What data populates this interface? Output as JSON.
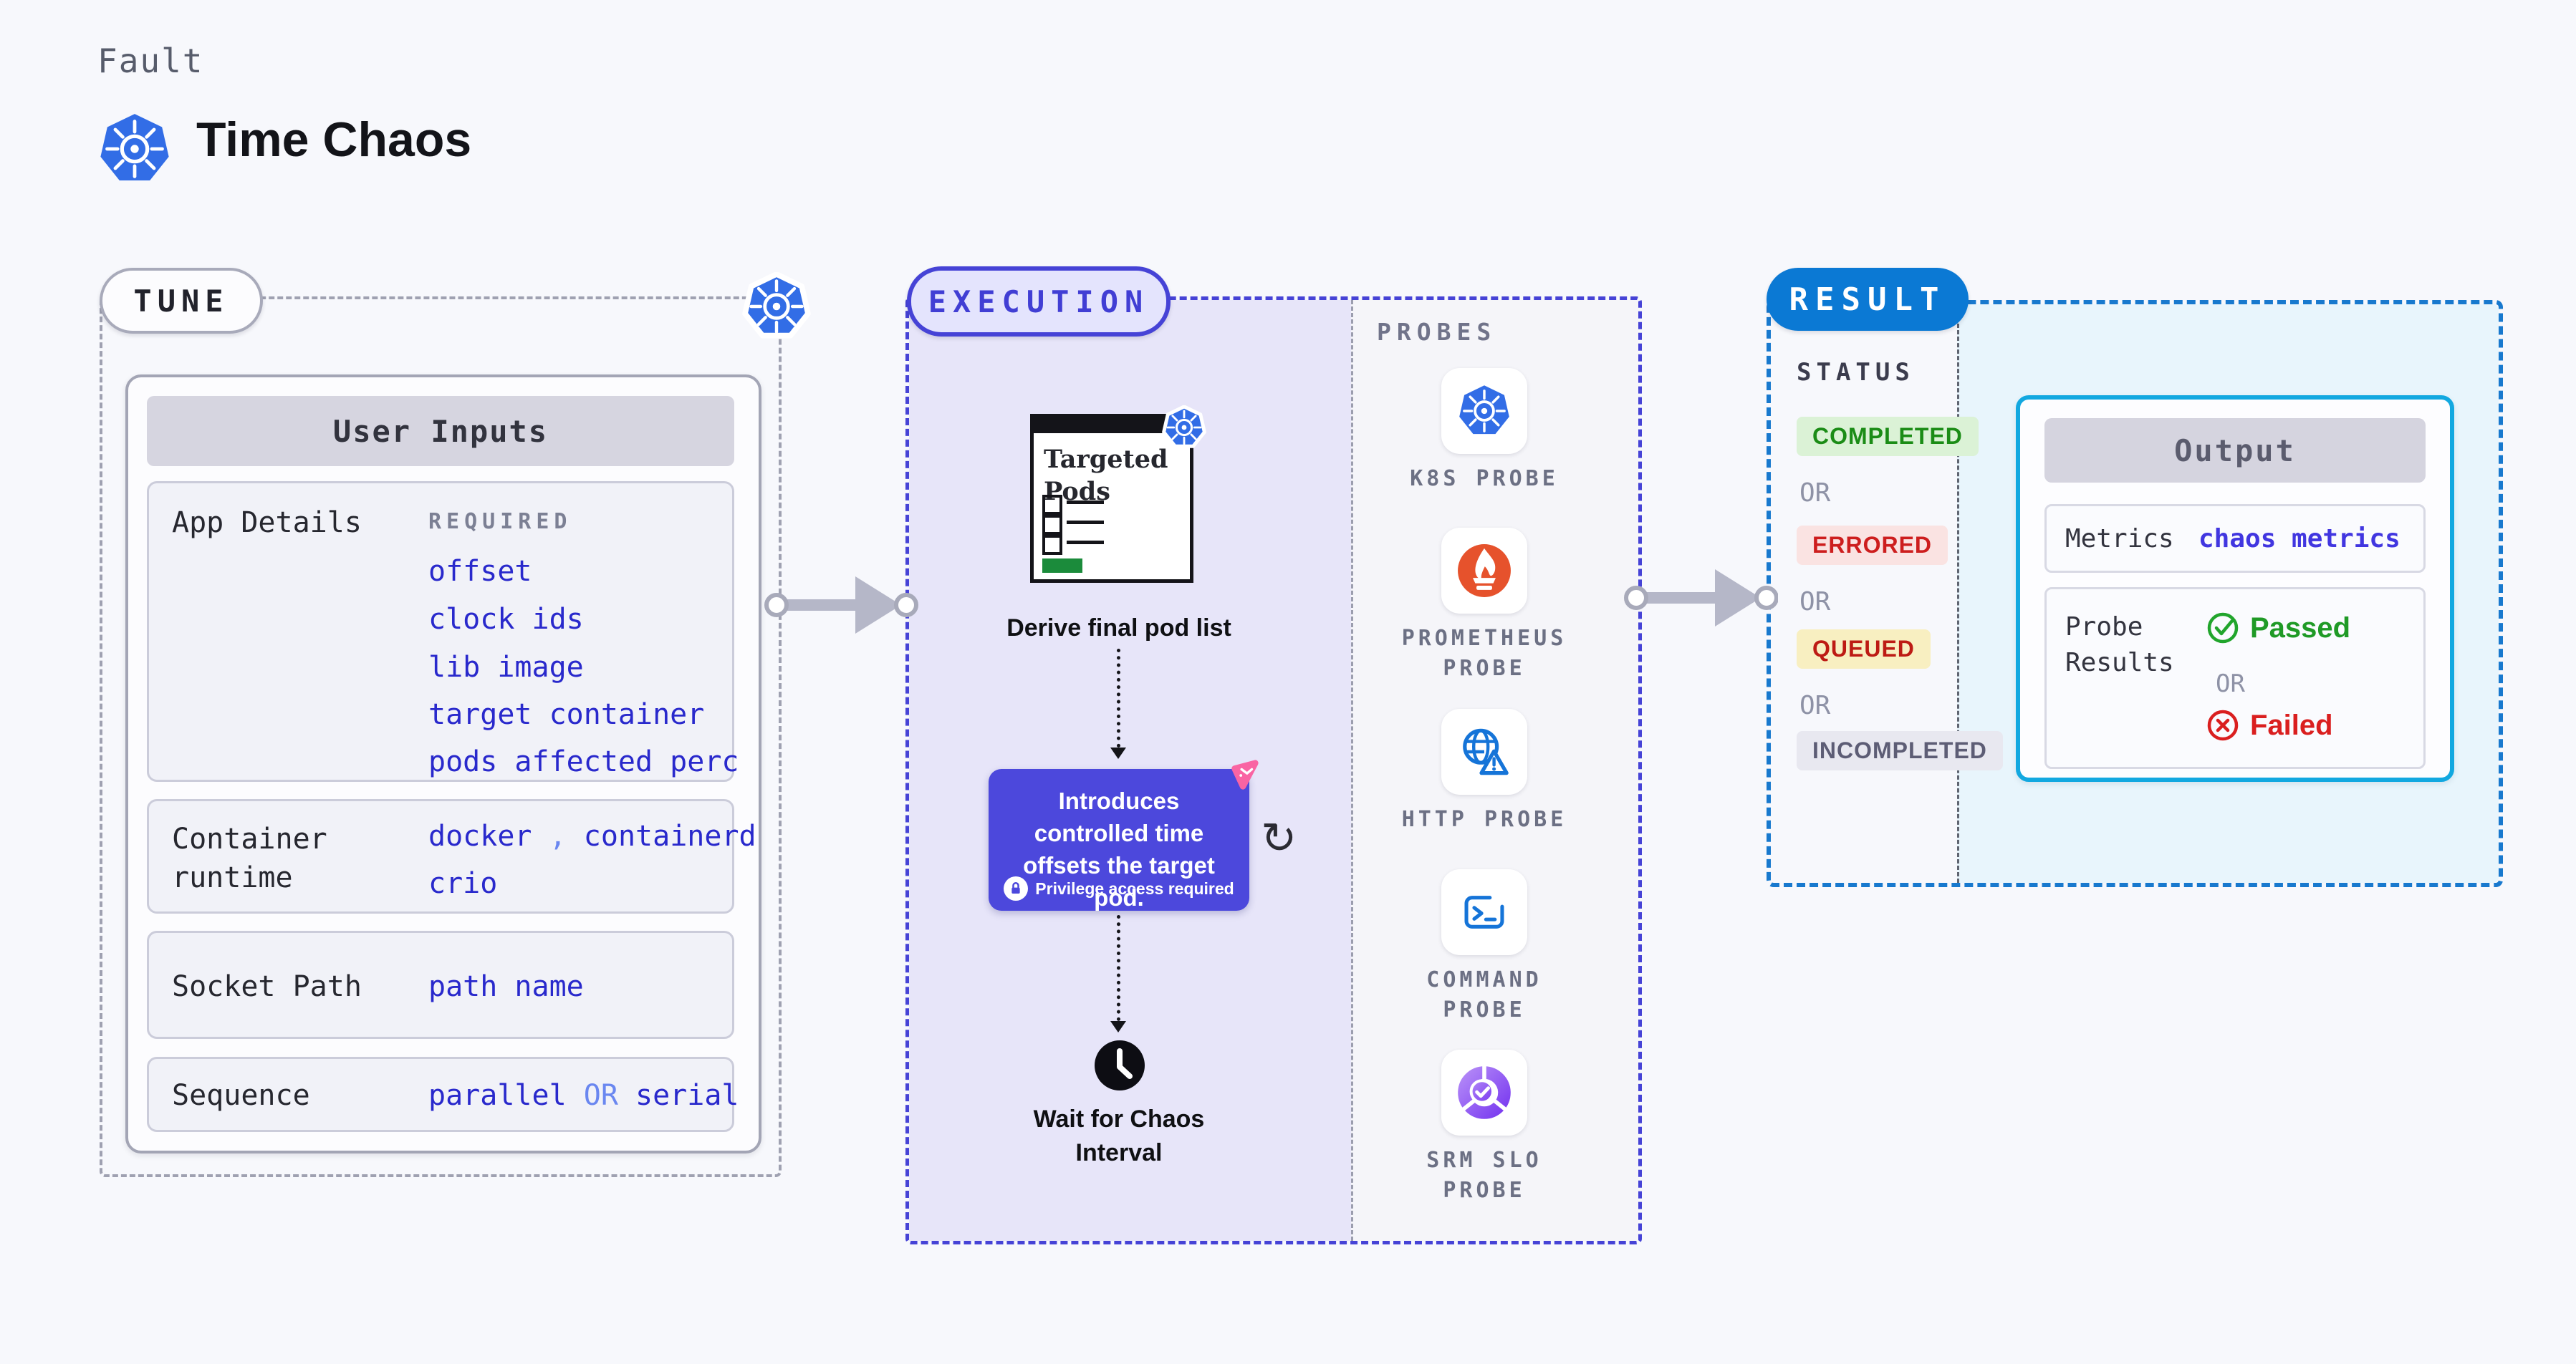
{
  "header": {
    "eyebrow": "Fault",
    "title": "Time Chaos",
    "logo": "kubernetes-icon"
  },
  "tune": {
    "pill": "TUNE",
    "panel_title": "User Inputs",
    "app_details": {
      "label": "App Details",
      "tag": "REQUIRED",
      "values": [
        "offset",
        "clock ids",
        "lib image",
        "target container",
        "pods affected perc"
      ]
    },
    "container_runtime": {
      "label": "Container runtime",
      "v1": "docker",
      "sep": ",",
      "v2": "containerd",
      "v3": "crio"
    },
    "socket_path": {
      "label": "Socket Path",
      "value": "path name"
    },
    "sequence": {
      "label": "Sequence",
      "v1": "parallel",
      "or": "OR",
      "v2": "serial"
    }
  },
  "execution": {
    "pill": "EXECUTION",
    "targeted_pods": "Targeted Pods",
    "derive": "Derive final pod list",
    "callout_text": "Introduces controlled time offsets the target pod.",
    "callout_note": "Privilege access required",
    "wait": "Wait for Chaos Interval"
  },
  "probes": {
    "title": "PROBES",
    "items": [
      {
        "label": "K8S PROBE",
        "icon": "kubernetes-icon"
      },
      {
        "label": "PROMETHEUS PROBE",
        "icon": "prometheus-icon"
      },
      {
        "label": "HTTP PROBE",
        "icon": "globe-warning-icon"
      },
      {
        "label": "COMMAND PROBE",
        "icon": "terminal-icon"
      },
      {
        "label": "SRM SLO PROBE",
        "icon": "slo-donut-check-icon"
      }
    ]
  },
  "result": {
    "pill": "RESULT",
    "status_title": "STATUS",
    "or": "OR",
    "statuses": [
      {
        "label": "COMPLETED",
        "bg": "#dbf2d6",
        "color": "#1b8c16"
      },
      {
        "label": "ERRORED",
        "bg": "#fae3e2",
        "color": "#cd1e1e"
      },
      {
        "label": "QUEUED",
        "bg": "#f8efc1",
        "color": "#bd1b14"
      },
      {
        "label": "INCOMPLETED",
        "bg": "#e8e8f0",
        "color": "#5d5d75"
      }
    ],
    "output": {
      "title": "Output",
      "metrics_label": "Metrics",
      "metrics_value": "chaos metrics",
      "probe_results_label": "Probe Results",
      "passed": "Passed",
      "or": "OR",
      "failed": "Failed"
    }
  },
  "icons": {
    "refresh": "↻"
  },
  "colors": {
    "accent_indigo": "#4643d6",
    "accent_blue": "#0b79d4",
    "accent_cyan": "#12a8e0",
    "value_blue": "#2929cc",
    "soft_blue": "#6a87f0",
    "k8s_blue": "#326de6",
    "prometheus_orange": "#e6522c",
    "probe_icon_blue": "#1574d8",
    "callout_purple": "#4c48dc",
    "pink": "#f964a3",
    "green": "#21a52c",
    "red": "#da1f1f"
  }
}
